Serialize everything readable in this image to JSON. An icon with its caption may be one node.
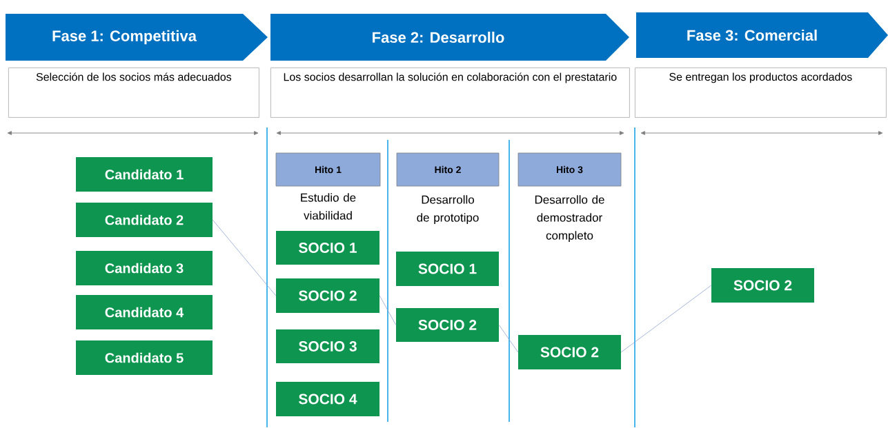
{
  "diagram": {
    "nodes": [
      {
        "text": [
          "Fase 1: Competitiva"
        ]
      },
      {
        "text": [
          "Fase 2: Desarrollo"
        ]
      },
      {
        "text": [
          "Fase 3: Comercial"
        ]
      },
      {
        "text": [
          "Selección de los socios más adecuados"
        ]
      },
      {
        "text": [
          "Los socios desarrollan la solución en colaboración con el prestatario"
        ]
      },
      {
        "text": [
          "Se entregan los productos acordados"
        ]
      },
      {
        "text": [
          "Hito 1"
        ],
        "beside": [
          "Estudio de viabilidad"
        ]
      },
      {
        "text": [
          "Hito 2"
        ],
        "beside": [
          "Desarrollo de prototipo"
        ]
      },
      {
        "text": [
          "Hito 3"
        ],
        "beside": [
          "Desarrollo de demostrador completo"
        ]
      },
      {
        "text": [
          "Candidato 1"
        ]
      },
      {
        "text": [
          "Candidato 2"
        ]
      },
      {
        "text": [
          "Candidato 3"
        ]
      },
      {
        "text": [
          "Candidato 4"
        ]
      },
      {
        "text": [
          "Candidato 5"
        ]
      },
      {
        "text": [
          "SOCIO 1"
        ]
      },
      {
        "text": [
          "SOCIO 2"
        ]
      },
      {
        "text": [
          "SOCIO 3"
        ]
      },
      {
        "text": [
          "SOCIO 4"
        ]
      },
      {
        "text": [
          "SOCIO 1"
        ]
      },
      {
        "text": [
          "SOCIO 2"
        ]
      },
      {
        "text": [
          "SOCIO 2"
        ]
      },
      {
        "text": [
          "SOCIO 2"
        ]
      }
    ],
    "edges": [
      {
        "from": 10,
        "to": 15,
        "arrow": "none"
      },
      {
        "from": 15,
        "to": 19,
        "arrow": "none"
      },
      {
        "from": 19,
        "to": 20,
        "arrow": "none"
      },
      {
        "from": 20,
        "to": 21,
        "arrow": "none"
      }
    ]
  }
}
